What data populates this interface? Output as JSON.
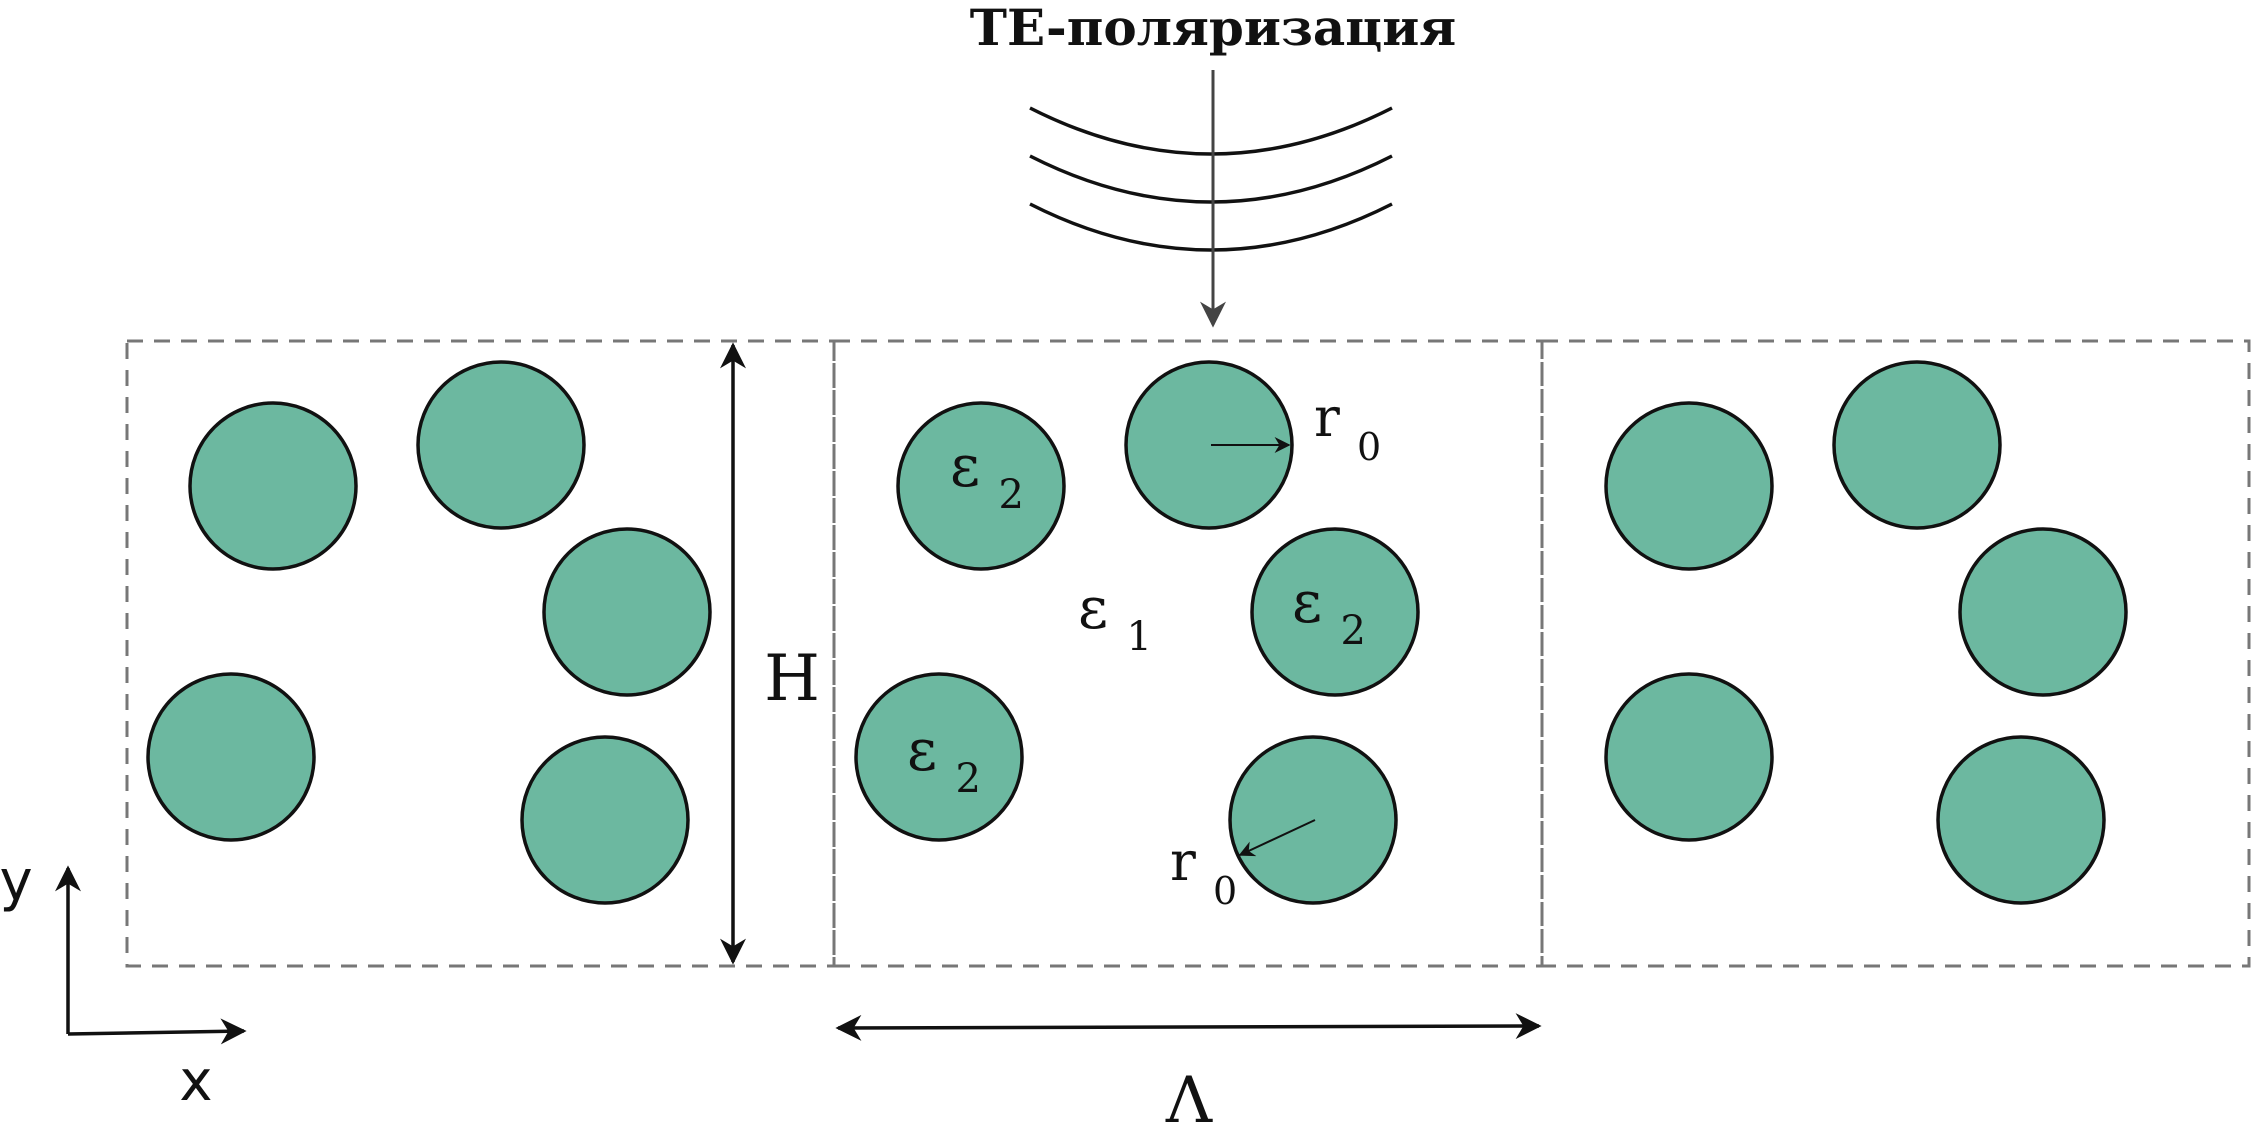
{
  "title": "TE-поляризация",
  "labels": {
    "height": "H",
    "period": "Λ",
    "radius_symbol": "r",
    "radius_subscript": "0",
    "epsilon_symbol": "ε",
    "epsilon_matrix_sub": "1",
    "epsilon_rod_sub": "2",
    "axis_x": "x",
    "axis_y": "y"
  },
  "colors": {
    "rod_fill": "#6cb8a0",
    "frame_dash": "#777777",
    "ink": "#111111",
    "incident_arrow": "#444444"
  },
  "structure": {
    "periods_shown": 3,
    "rods_per_period": 5
  }
}
